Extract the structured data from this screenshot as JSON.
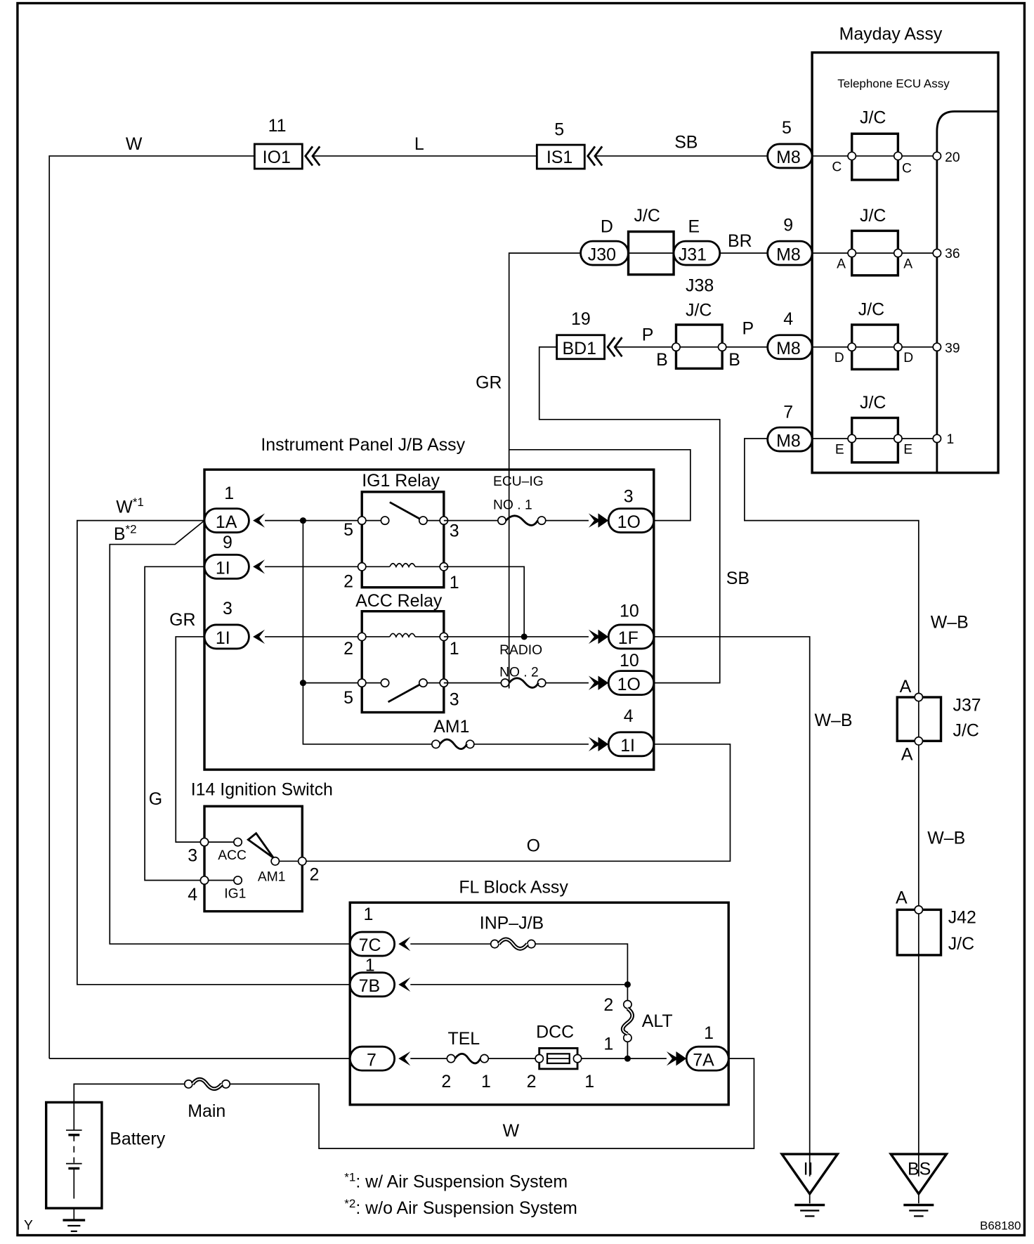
{
  "diagram": {
    "drawing_id": "B68180",
    "corner_mark": "Y",
    "notes": [
      {
        "mark": "*",
        "sup": "1",
        "text": ": w/ Air Suspension System"
      },
      {
        "mark": "*",
        "sup": "2",
        "text": ": w/o Air Suspension System"
      }
    ]
  },
  "mayday": {
    "title": "Mayday Assy",
    "ecu_title": "Telephone ECU Assy",
    "jc_label": "J/C",
    "rows": [
      {
        "pin_num": "5",
        "conn": "M8",
        "jc_pin": "C",
        "ecu_pin": "20",
        "wire": "SB"
      },
      {
        "pin_num": "9",
        "conn": "M8",
        "jc_pin": "A",
        "ecu_pin": "36",
        "wire": "BR"
      },
      {
        "pin_num": "4",
        "conn": "M8",
        "jc_pin": "D",
        "ecu_pin": "39",
        "wire": "P"
      },
      {
        "pin_num": "7",
        "conn": "M8",
        "jc_pin": "E",
        "ecu_pin": "1",
        "wire": ""
      }
    ]
  },
  "top_connectors": {
    "io1": {
      "num": "11",
      "label": "IO1"
    },
    "is1": {
      "num": "5",
      "label": "IS1"
    },
    "bd1": {
      "num": "19",
      "label": "BD1"
    },
    "j30": {
      "pin": "D",
      "label": "J30"
    },
    "j31": {
      "pin": "E",
      "label": "J31"
    },
    "j30_jc": "J/C",
    "j38": {
      "name": "J38",
      "jc": "J/C",
      "pin_left": "B",
      "pin_right": "B"
    }
  },
  "wires": {
    "w_top": "W",
    "l": "L",
    "sb_top": "SB",
    "br": "BR",
    "p_left": "P",
    "p_right": "P",
    "gr_vert": "GR",
    "sb_vert": "SB",
    "wb_right1": "W–B",
    "wb_mid": "W–B",
    "wb_right2": "W–B",
    "w_bottom": "W",
    "w_star": "W",
    "w_star_sup": "*1",
    "b_star": "B",
    "b_star_sup": "*2",
    "gr_left": "GR",
    "g_left": "G",
    "o": "O"
  },
  "jb": {
    "title": "Instrument Panel J/B Assy",
    "ig1_relay": "IG1 Relay",
    "acc_relay": "ACC Relay",
    "left_conns": [
      {
        "num": "1",
        "label": "1A"
      },
      {
        "num": "9",
        "label": "1I"
      },
      {
        "num": "3",
        "label": "1I"
      }
    ],
    "right_conns": [
      {
        "num": "3",
        "label": "1O"
      },
      {
        "num": "10",
        "label": "1F"
      },
      {
        "num": "10",
        "label": "1O"
      },
      {
        "num": "4",
        "label": "1I"
      }
    ],
    "fuses": {
      "ecu_ig_1": "ECU–IG",
      "ecu_ig_2": "NO . 1",
      "radio_1": "RADIO",
      "radio_2": "NO . 2",
      "am1": "AM1"
    },
    "relay_pins": {
      "p5": "5",
      "p3": "3",
      "p2": "2",
      "p1": "1"
    }
  },
  "ignition": {
    "title": "I14 Ignition Switch",
    "acc": "ACC",
    "ig1": "IG1",
    "am1": "AM1",
    "pin3": "3",
    "pin4": "4",
    "pin2": "2"
  },
  "fl_block": {
    "title": "FL Block Assy",
    "conns": [
      {
        "num": "1",
        "label": "7C"
      },
      {
        "num": "1",
        "label": "7B"
      },
      {
        "num": "",
        "label": "7"
      },
      {
        "num": "1",
        "label": "7A"
      }
    ],
    "inp_jb": "INP–J/B",
    "alt": "ALT",
    "tel": "TEL",
    "dcc": "DCC",
    "pins": {
      "alt_top": "2",
      "alt_bot": "1",
      "tel_l": "2",
      "tel_r": "1",
      "dcc_l": "2",
      "dcc_r": "1"
    }
  },
  "battery": {
    "label": "Battery",
    "main_fuse": "Main"
  },
  "junctions": {
    "j37": {
      "name": "J37",
      "type": "J/C",
      "pin_top": "A",
      "pin_bot": "A"
    },
    "j42": {
      "name": "J42",
      "type": "J/C",
      "pin_top": "A"
    }
  },
  "grounds": [
    {
      "label": "II"
    },
    {
      "label": "BS"
    }
  ]
}
